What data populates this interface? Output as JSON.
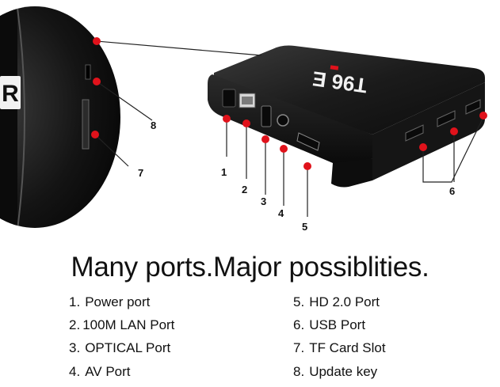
{
  "device": {
    "brand_logo": "T96 E",
    "side_letter": "R"
  },
  "callouts": [
    "1",
    "2",
    "3",
    "4",
    "5",
    "6",
    "7",
    "8"
  ],
  "headline": "Many ports.Major possiblities.",
  "legend": {
    "left": [
      {
        "num": "1.",
        "label": "Power port"
      },
      {
        "num": "2.",
        "label": "100M LAN Port"
      },
      {
        "num": "3.",
        "label": "OPTICAL Port"
      },
      {
        "num": "4.",
        "label": "AV Port"
      }
    ],
    "right": [
      {
        "num": "5.",
        "label": "HD 2.0 Port"
      },
      {
        "num": "6.",
        "label": "USB Port"
      },
      {
        "num": "7.",
        "label": "TF Card Slot"
      },
      {
        "num": "8.",
        "label": "Update key"
      }
    ]
  },
  "colors": {
    "marker": "#e0121b",
    "box": "#1a1a1a",
    "box_top": "#2a2a2a",
    "line": "#222222"
  }
}
